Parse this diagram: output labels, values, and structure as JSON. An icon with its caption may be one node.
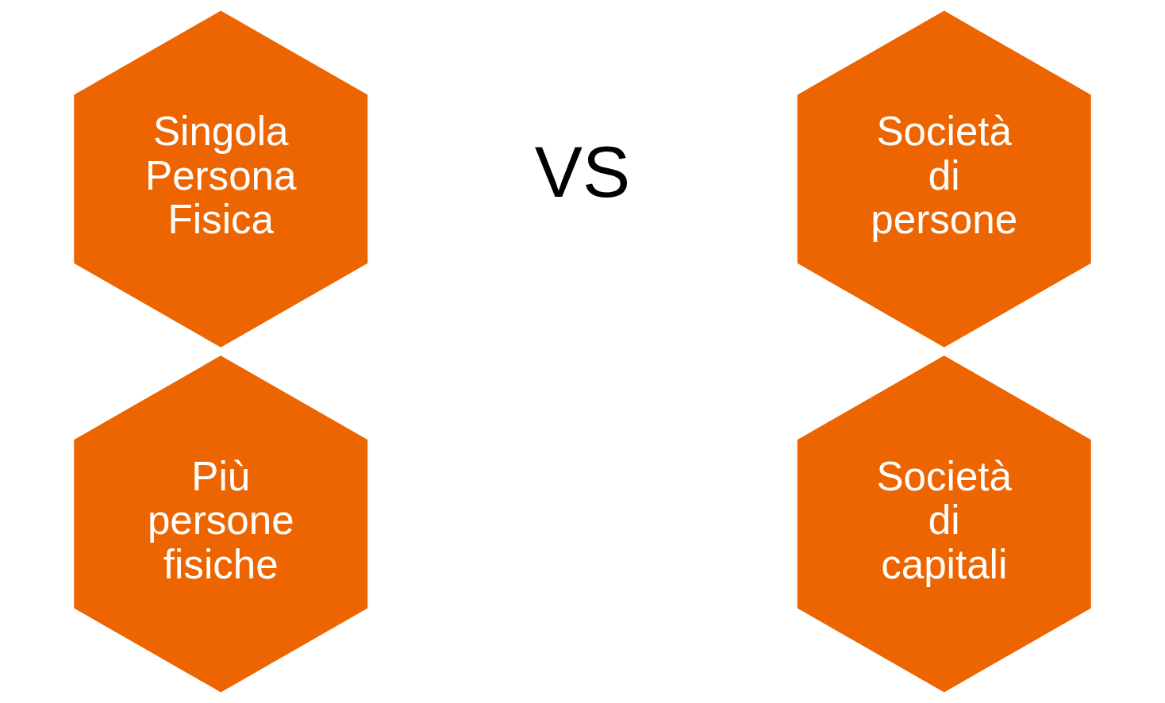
{
  "diagram": {
    "nodes": [
      {
        "text": [
          "Singola Persona Fisica"
        ]
      },
      {
        "text": [
          "Più persone fisiche"
        ]
      },
      {
        "text": [
          "Società di persone"
        ]
      },
      {
        "text": [
          "Società di capitali"
        ]
      }
    ],
    "labels": [
      "VS"
    ]
  }
}
